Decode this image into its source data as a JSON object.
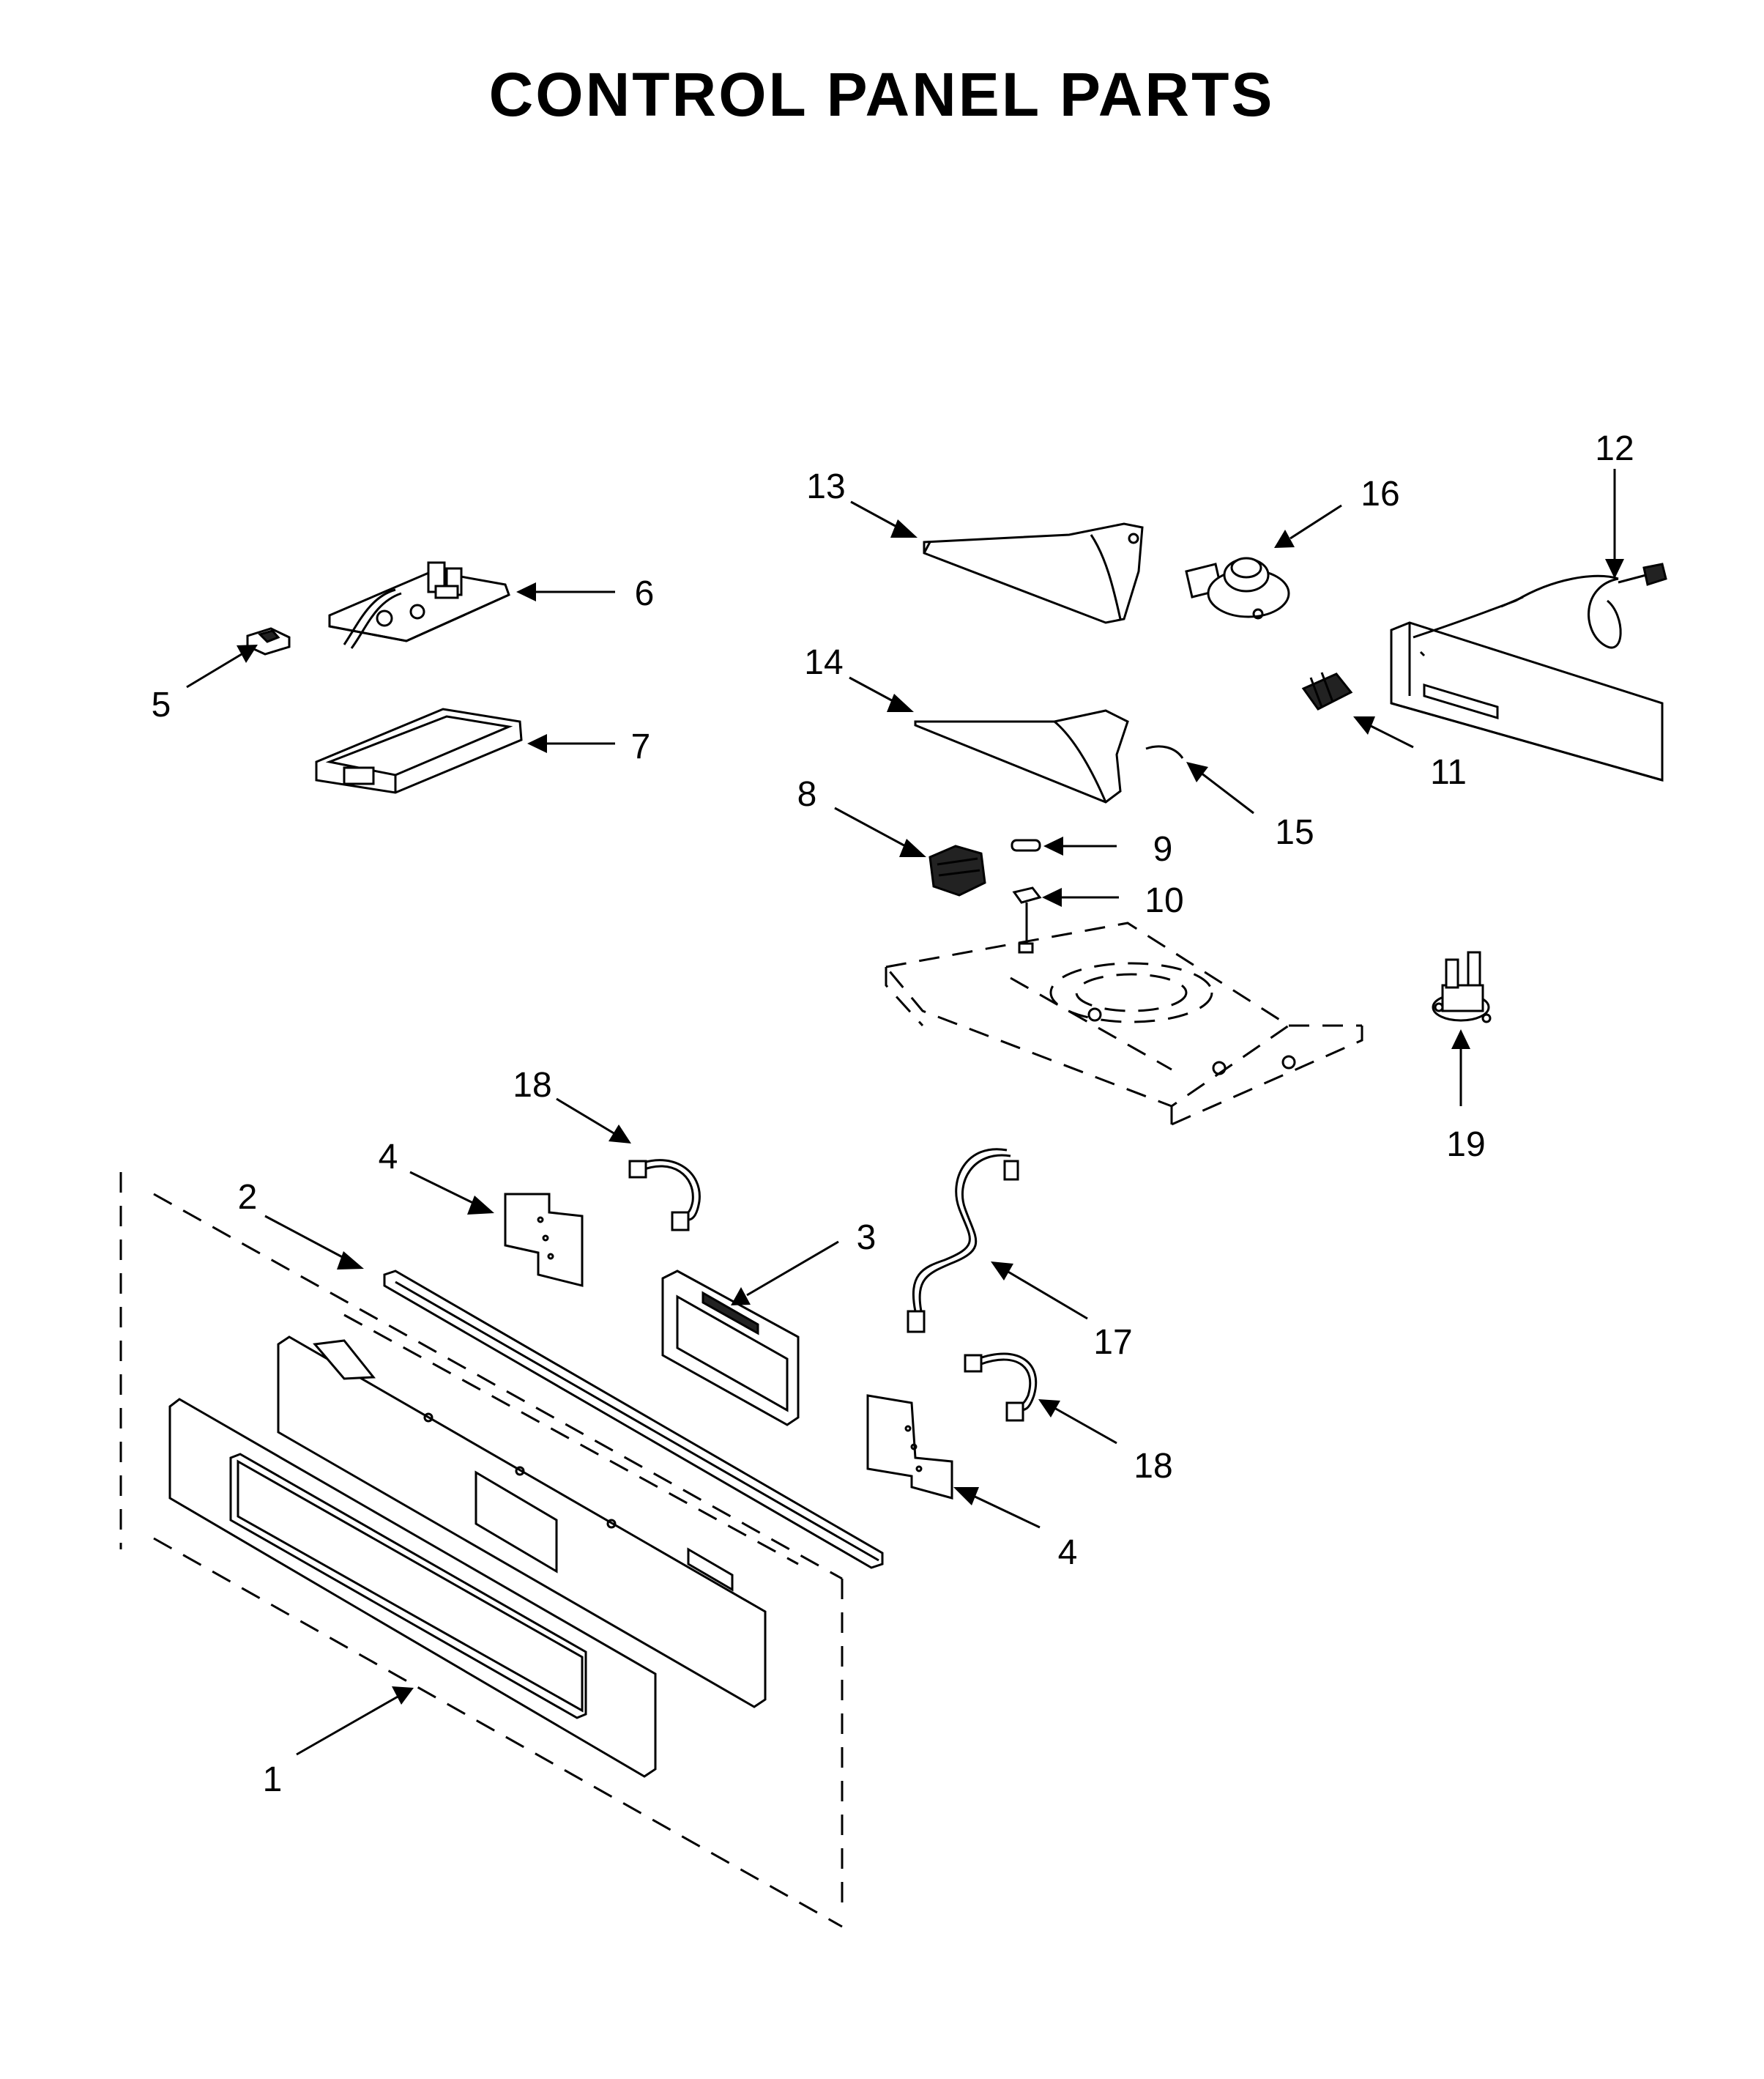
{
  "title": "CONTROL PANEL PARTS",
  "callouts": {
    "c1": "1",
    "c2": "2",
    "c3": "3",
    "c4a": "4",
    "c4b": "4",
    "c5": "5",
    "c6": "6",
    "c7": "7",
    "c8": "8",
    "c9": "9",
    "c10": "10",
    "c11": "11",
    "c12": "12",
    "c13": "13",
    "c14": "14",
    "c15": "15",
    "c16": "16",
    "c17": "17",
    "c18a": "18",
    "c18b": "18",
    "c19": "19"
  }
}
